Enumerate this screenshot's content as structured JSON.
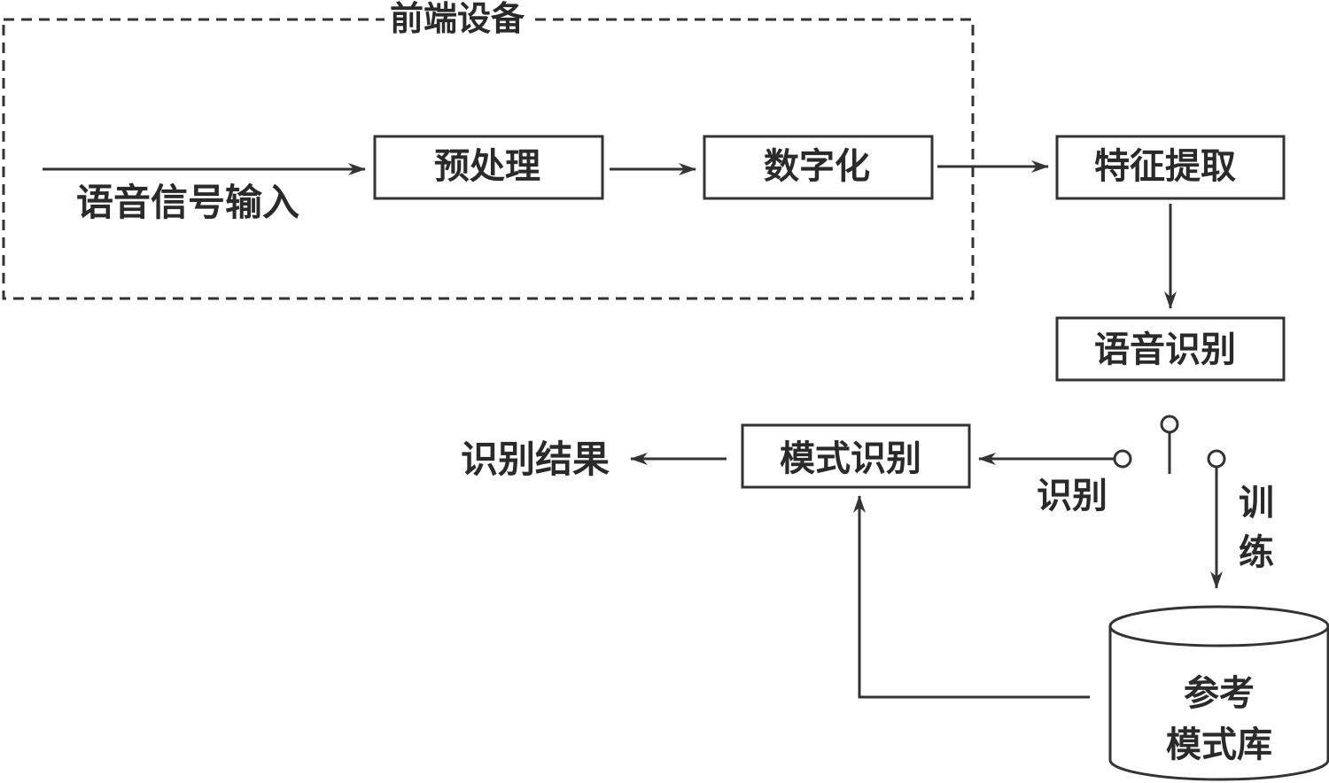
{
  "frontend_group": {
    "title": "前端设备"
  },
  "input": {
    "label": "语音信号输入"
  },
  "boxes": {
    "preprocess": "预处理",
    "digitize": "数字化",
    "feature_extraction": "特征提取",
    "speech_recognition": "语音识别",
    "pattern_recognition": "模式识别"
  },
  "switch": {
    "recognize_label": "识别",
    "train_label_line1": "训",
    "train_label_line2": "练"
  },
  "database": {
    "line1": "参考",
    "line2": "模式库"
  },
  "output": {
    "label": "识别结果"
  },
  "colors": {
    "stroke": "#333333",
    "text": "#2a2a2a",
    "background": "#ffffff"
  }
}
